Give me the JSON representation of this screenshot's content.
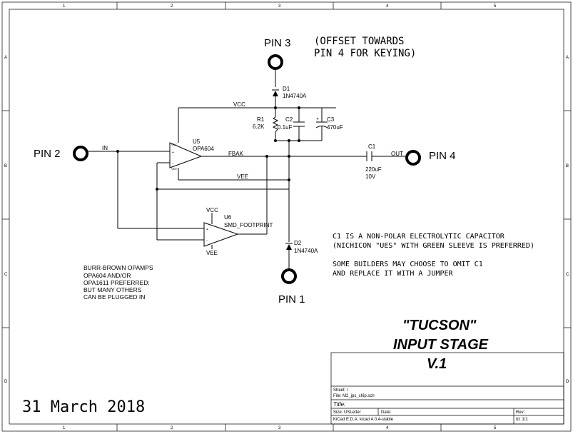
{
  "border": {
    "columns": [
      "1",
      "2",
      "3",
      "4",
      "5"
    ],
    "rows": [
      "A",
      "B",
      "C",
      "D"
    ]
  },
  "pins": {
    "pin1": "PIN 1",
    "pin2": "PIN 2",
    "pin3": "PIN 3",
    "pin4": "PIN 4"
  },
  "notes": {
    "offset_line1": "(OFFSET TOWARDS",
    "offset_line2": "PIN 4 FOR KEYING)",
    "c1_line1": "C1 IS A NON-POLAR ELECTROLYTIC CAPACITOR",
    "c1_line2": "(NICHICON \"UES\" WITH GREEN SLEEVE IS PREFERRED)",
    "omit_line1": "SOME BUILDERS MAY CHOOSE TO OMIT C1",
    "omit_line2": "AND REPLACE IT WITH A JUMPER",
    "opamp_line1": "BURR-BROWN OPAMPS",
    "opamp_line2": "OPA604 AND/OR",
    "opamp_line3": "OPA1611 PREFERRED;",
    "opamp_line4": "BUT MANY OTHERS",
    "opamp_line5": "CAN BE PLUGGED IN",
    "date": "31 March 2018",
    "title_line1": "\"TUCSON\"",
    "title_line2": "INPUT STAGE",
    "title_line3": "V.1"
  },
  "components": {
    "d1_ref": "D1",
    "d1_val": "1N4740A",
    "d2_ref": "D2",
    "d2_val": "1N4740A",
    "r1_ref": "R1",
    "r1_val": "6.2K",
    "c2_ref": "C2",
    "c2_val": "0.1uF",
    "c3_ref": "C3",
    "c3_val": "470uF",
    "c1_ref": "C1",
    "c1_val": "220uF",
    "c1_volt": "10V",
    "u5_ref": "U5",
    "u5_val": "OPA604",
    "u6_ref": "U6",
    "u6_val": "SMD_FOOTPRINT"
  },
  "nets": {
    "vcc": "VCC",
    "vee": "VEE",
    "in": "IN",
    "fbak": "FBAK",
    "out": "OUT"
  },
  "title_block": {
    "sheet": "Sheet: /",
    "file": "File: M2_jps_chip.sch",
    "title": "Title:",
    "size": "Size: USLetter",
    "date": "Date:",
    "rev": "Rev:",
    "kicad": "KiCad E.D.A.  kicad 4.0.4-stable",
    "id": "Id: 1/1"
  }
}
